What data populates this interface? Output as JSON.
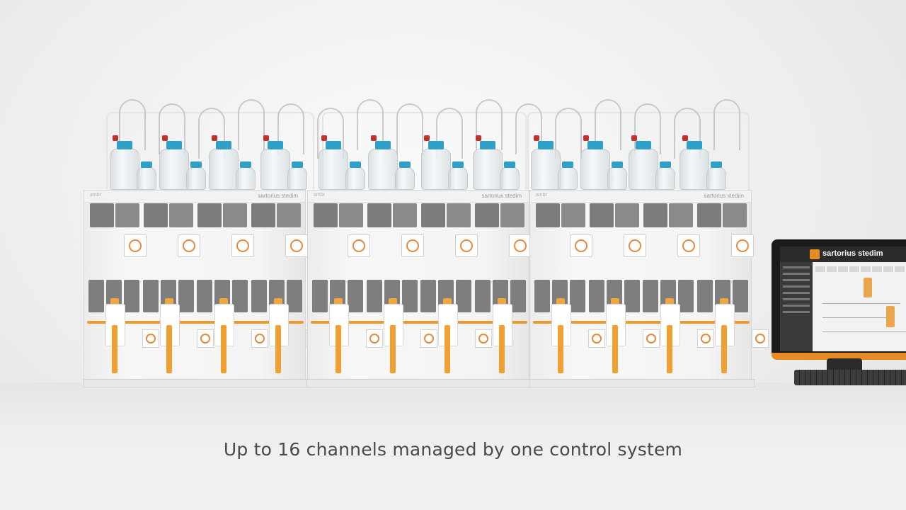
{
  "caption": "Up to 16 channels managed by one control system",
  "modules": [
    {
      "model": "ambr",
      "brand": "sartorius stedim"
    },
    {
      "model": "ambr",
      "brand": "sartorius stedim"
    },
    {
      "model": "ambr",
      "brand": "sartorius stedim"
    }
  ],
  "monitor": {
    "logo": "sartorius stedim",
    "screen_state": "process overview"
  },
  "colors": {
    "accent_orange": "#ef9b2c",
    "cap_blue": "#2fa0c8",
    "cap_red": "#c2322b",
    "module_grey": "#7e7e7e"
  }
}
